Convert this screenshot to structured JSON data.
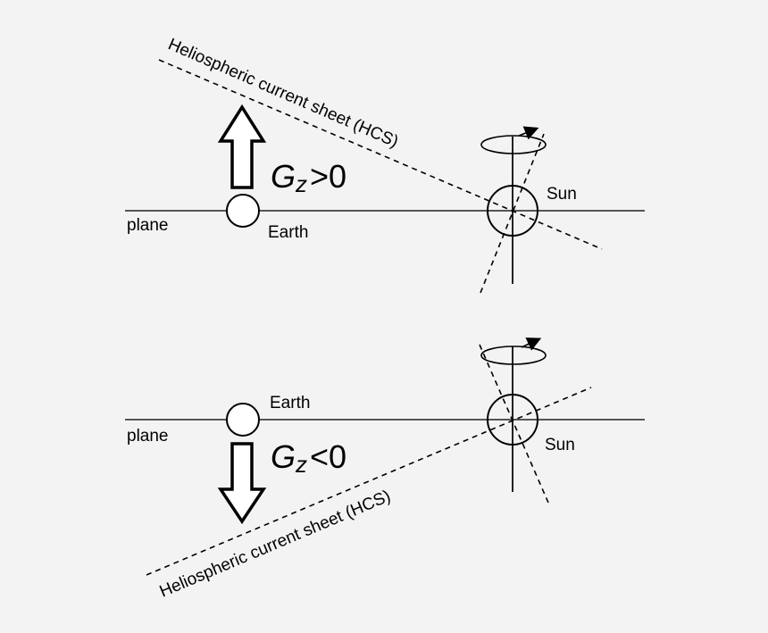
{
  "top_panel": {
    "hcs_label": "Heliospheric current sheet (HCS)",
    "plane_label": "plane",
    "earth_label": "Earth",
    "sun_label": "Sun",
    "gz": {
      "letter": "G",
      "subscript": "z",
      "relation": ">0"
    }
  },
  "bottom_panel": {
    "hcs_label": "Heliospheric current sheet (HCS)",
    "plane_label": "plane",
    "earth_label": "Earth",
    "sun_label": "Sun",
    "gz": {
      "letter": "G",
      "subscript": "z",
      "relation": "<0"
    }
  },
  "colors": {
    "background": "#f3f3f3",
    "plane_line": "#555555",
    "stroke": "#000000"
  }
}
